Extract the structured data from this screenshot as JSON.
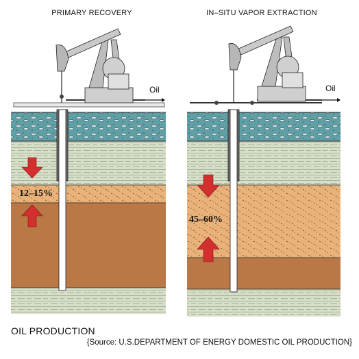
{
  "panels": {
    "left": {
      "title": "PRIMARY RECOVERY",
      "recovery": "12–15%",
      "flow_label": "Oil"
    },
    "right": {
      "title": "IN–SITU VAPOR EXTRACTION",
      "recovery": "45–60%",
      "flow_label": "Oil"
    }
  },
  "caption": {
    "title": "OIL PRODUCTION",
    "source": "{Source: U.S.DEPARTMENT OF ENERGY DOMESTIC OIL PRODUCTION}"
  },
  "colors": {
    "topsoil": "#5f9fa6",
    "shale": "#d8dfc8",
    "oil_sand": "#e8b27a",
    "bedrock": "#b97845",
    "arrow": "#d42f2f",
    "pump": "#b9b9b9"
  }
}
